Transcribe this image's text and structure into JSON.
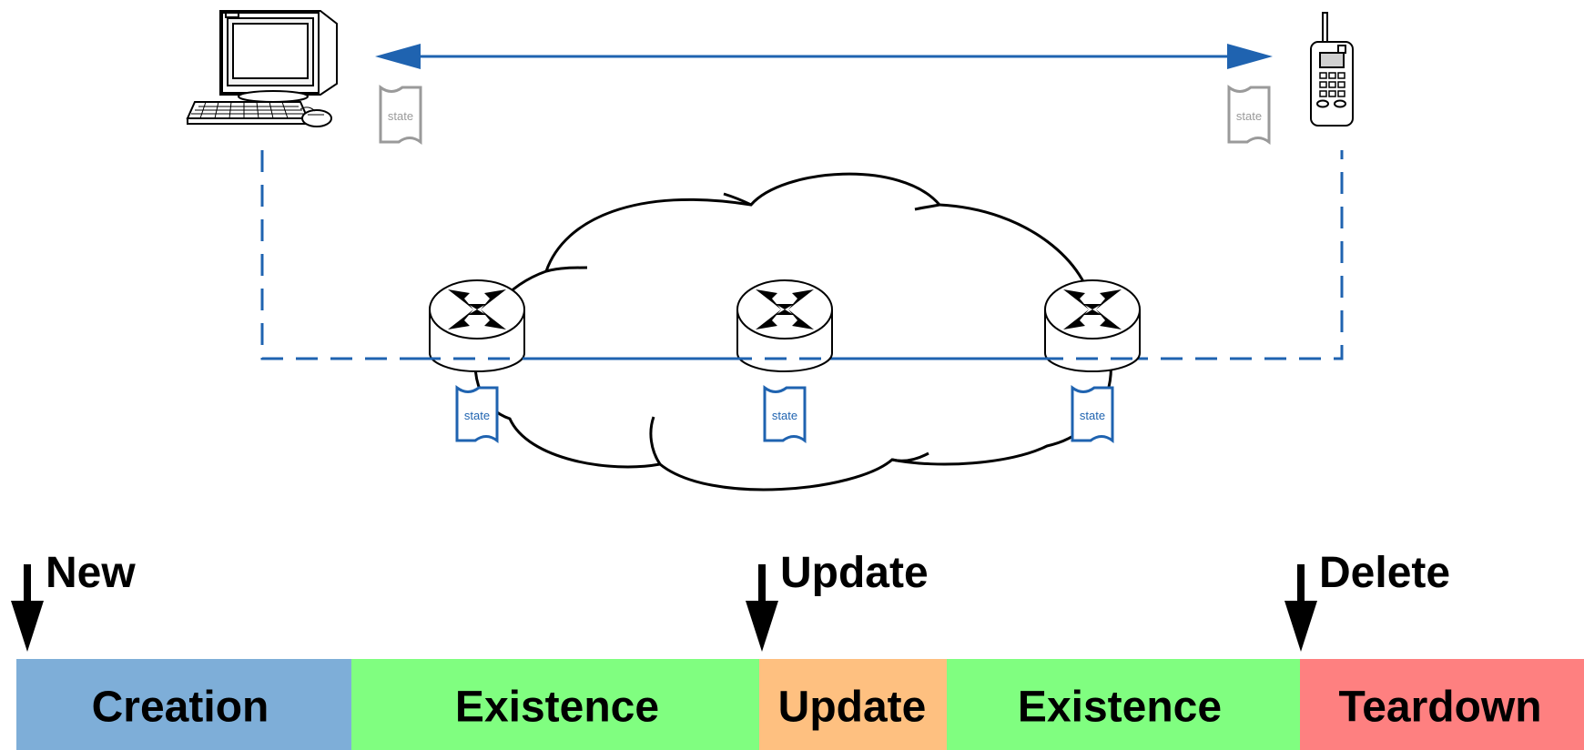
{
  "diagram": {
    "state_tags": {
      "endpoint_left": "state",
      "endpoint_right": "state",
      "router_1": "state",
      "router_2": "state",
      "router_3": "state"
    },
    "events": {
      "new": "New",
      "update": "Update",
      "delete": "Delete"
    },
    "phases": {
      "creation": "Creation",
      "existence_1": "Existence",
      "update": "Update",
      "existence_2": "Existence",
      "teardown": "Teardown"
    },
    "colors": {
      "link_blue": "#1f63b0",
      "endpoint_state_gray": "#9a9a9a",
      "creation": "#7eaed8",
      "existence": "#80fe80",
      "update": "#fec080",
      "teardown": "#fe8080"
    }
  }
}
